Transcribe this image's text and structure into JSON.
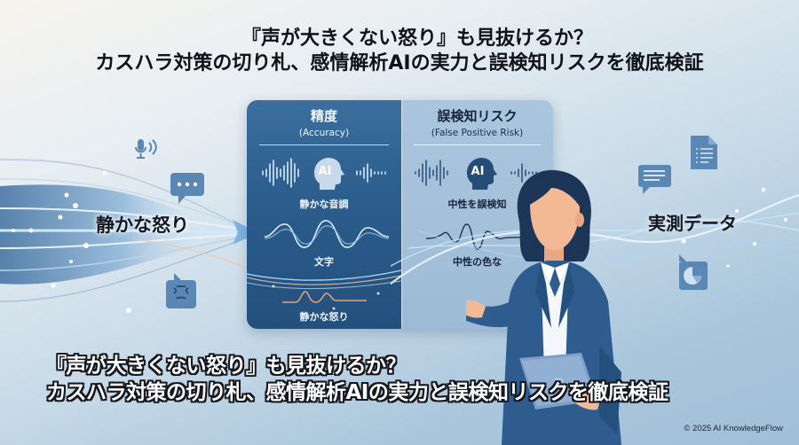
{
  "header": {
    "title_line1": "『声が大きくない怒り』も見抜けるか？",
    "title_line2": "カスハラ対策の切り札、感情解析AIの実力と誤検知リスクを徹底検証"
  },
  "left_flow": {
    "label": "静かな怒り",
    "icons": [
      "microphone-icon",
      "chat-bubble-ellipsis-icon",
      "anger-bubble-icon"
    ]
  },
  "comparison_panel": {
    "left": {
      "heading": "精度",
      "subheading": "(Accuracy)",
      "ai_badge": "AI",
      "items": [
        "静かな音調",
        "文字",
        "静かな怒り"
      ]
    },
    "right": {
      "heading": "誤検知リスク",
      "subheading": "(False Positive Risk)",
      "ai_badge": "AI",
      "items": [
        "中性を誤検知",
        "中性の色な"
      ]
    }
  },
  "right_flow": {
    "label": "実測データ",
    "icons": [
      "message-bubble-icon",
      "document-icon",
      "pie-chart-icon"
    ]
  },
  "caption": {
    "line1": "『声が大きくない怒り』も見抜けるか？",
    "line2": "カスハラ対策の切り札、感情解析AIの実力と誤検知リスクを徹底検証"
  },
  "footer": {
    "copyright": "© 2025 AI KnowledgeFlow"
  },
  "colors": {
    "panel_left": "#2a5b8a",
    "panel_right": "#a4c0d9",
    "icon_blue": "#5b87b5",
    "accent_glow": "#bfe6ff",
    "warm_wave": "#e8a27a"
  }
}
